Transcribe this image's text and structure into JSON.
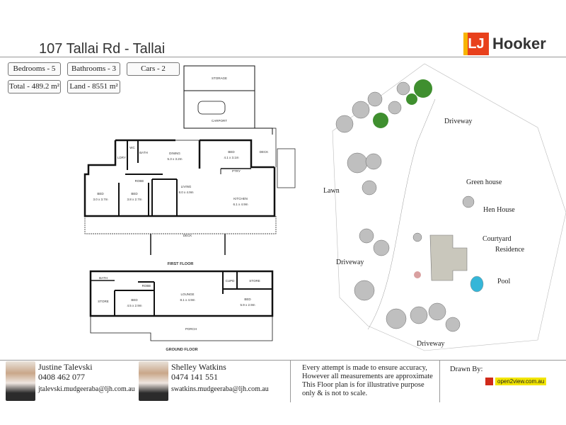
{
  "header": {
    "title": "107 Tallai Rd - Tallai",
    "logo_text": "LJ Hooker",
    "logo_lj": "LJ",
    "logo_word": "Hooker"
  },
  "stats": [
    {
      "label": "Bedrooms -  5"
    },
    {
      "label": "Bathrooms -  3"
    },
    {
      "label": "Cars -  2"
    },
    {
      "label": "Total - 489.2 m²"
    },
    {
      "label": "Land - 8551 m²"
    }
  ],
  "first_floor": {
    "caption": "FIRST FLOOR",
    "rooms": {
      "storage": "STORAGE",
      "carport": "CARPORT",
      "dining": "DINING",
      "dining_size": "5.3 x 3.2m",
      "bed1": "BED",
      "bed1_size": "4.1 x 3.1m",
      "deck_top": "DECK",
      "ldry": "LDRY",
      "wc": "WC",
      "bath": "BATH",
      "ptry": "PTRY",
      "living": "LIVING",
      "living_size": "8.0 x 4.9m",
      "kitchen": "KITCHEN",
      "kitchen_size": "6.1 x 4.9m",
      "bed2": "BED",
      "bed2_size": "3.0 x 3.7m",
      "bed3": "BED",
      "bed3_size": "3.8 x 2.7m",
      "robe": "ROBE",
      "deck": "DECK"
    }
  },
  "ground_floor": {
    "caption": "GROUND FLOOR",
    "rooms": {
      "bath": "BATH",
      "store1": "STORE",
      "bed1": "BED",
      "bed1_size": "4.5 x 2.9m",
      "robe": "ROBE",
      "lounge": "LOUNGE",
      "lounge_size": "8.1 x 4.9m",
      "cupd": "CUPD",
      "store2": "STORE",
      "bed2": "BED",
      "bed2_size": "5.9 x 2.9m",
      "porch": "PORCH"
    }
  },
  "site_plan": {
    "labels": [
      "Driveway",
      "Lawn",
      "Green house",
      "Hen House",
      "Courtyard",
      "Residence",
      "Driveway",
      "Pool",
      "Driveway"
    ]
  },
  "agents": [
    {
      "name": "Justine Talevski",
      "phone": "0408 462 077",
      "email": "jtalevski.mudgeeraba@ljh.com.au"
    },
    {
      "name": "Shelley Watkins",
      "phone": "0474 141 551",
      "email": "swatkins.mudgeeraba@ljh.com.au"
    }
  ],
  "disclaimer": "Every attempt is made to ensure accuracy, However all measurements are approximate This Floor plan is for illustrative purpose only & is not to scale.",
  "drawn_by": {
    "label": "Drawn By:",
    "brand": "open2view.com.au"
  },
  "colors": {
    "brand_orange": "#e8401c",
    "brand_yellow": "#f7b500",
    "tree_green": "#3f8f2f",
    "pool": "#35b6d8",
    "residence": "#c9c7bc"
  }
}
